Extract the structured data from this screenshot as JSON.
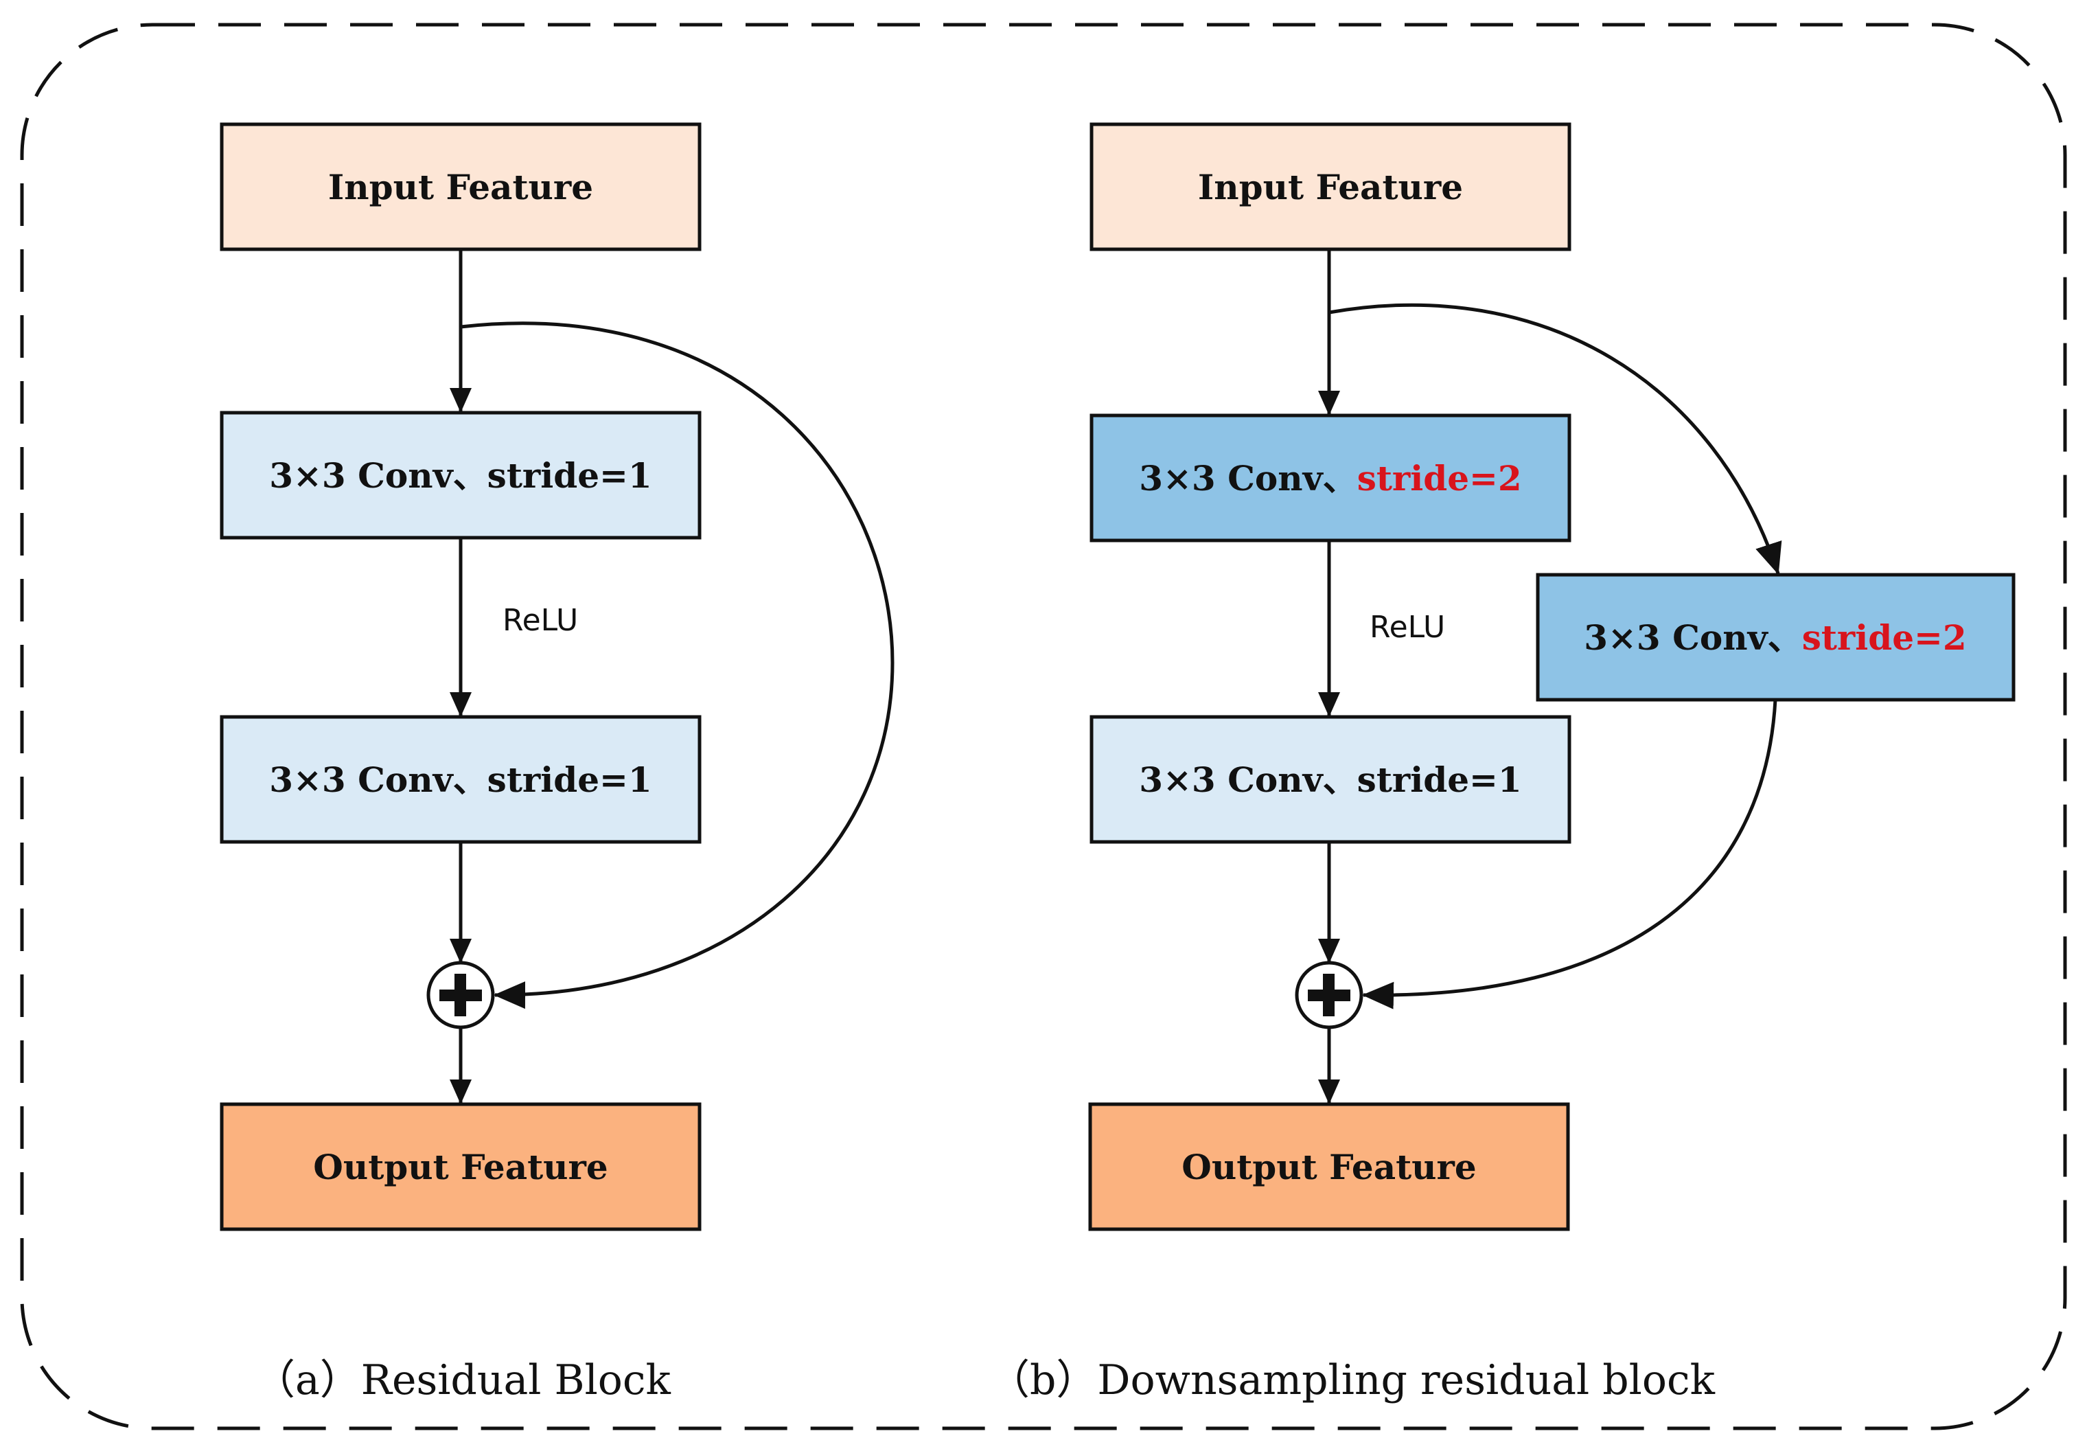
{
  "colors": {
    "input_fill": "#fde6d6",
    "conv_light_fill": "#daeaf6",
    "conv_dark_fill": "#8ec3e6",
    "output_fill": "#fbb27f",
    "highlight_text": "#d8141c",
    "stroke": "#111111"
  },
  "panel_a": {
    "input": "Input Feature",
    "conv1": {
      "main": "3×3 Conv、stride=1",
      "highlight": ""
    },
    "relu": "ReLU",
    "conv2": {
      "main": "3×3 Conv、stride=1",
      "highlight": ""
    },
    "add_symbol": "plus-icon",
    "output": "Output Feature",
    "caption": "（a）Residual Block"
  },
  "panel_b": {
    "input": "Input Feature",
    "conv1": {
      "main": "3×3 Conv、",
      "highlight": "stride=2"
    },
    "relu": "ReLU",
    "conv2": {
      "main": "3×3 Conv、stride=1",
      "highlight": ""
    },
    "shortcut_conv": {
      "main": "3×3 Conv、",
      "highlight": "stride=2"
    },
    "add_symbol": "plus-icon",
    "output": "Output Feature",
    "caption": "（b）Downsampling residual block"
  }
}
